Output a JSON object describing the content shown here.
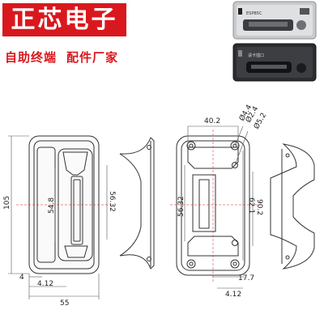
{
  "brand": {
    "name": "正芯电子",
    "slogan_left": "自助终端",
    "slogan_right": "配件厂家",
    "color": "#d9181e"
  },
  "photos": {
    "top_label": "ESPB5C",
    "bottom_label": "请卡插口"
  },
  "dimensions": {
    "front_height": "105",
    "front_inner": "54.8",
    "front_inner_right": "56.32",
    "front_width": "55",
    "front_offset": "4.12",
    "front_small": "4",
    "back_top": "40.2",
    "back_mid": "56.32",
    "back_right1": "90.2",
    "back_right2": "62.1",
    "back_d1": "Ø4.4",
    "back_d2": "Ø2.4",
    "back_d3": "Ø5.2",
    "back_bottom1": "17.7",
    "back_bottom2": "4.12"
  }
}
